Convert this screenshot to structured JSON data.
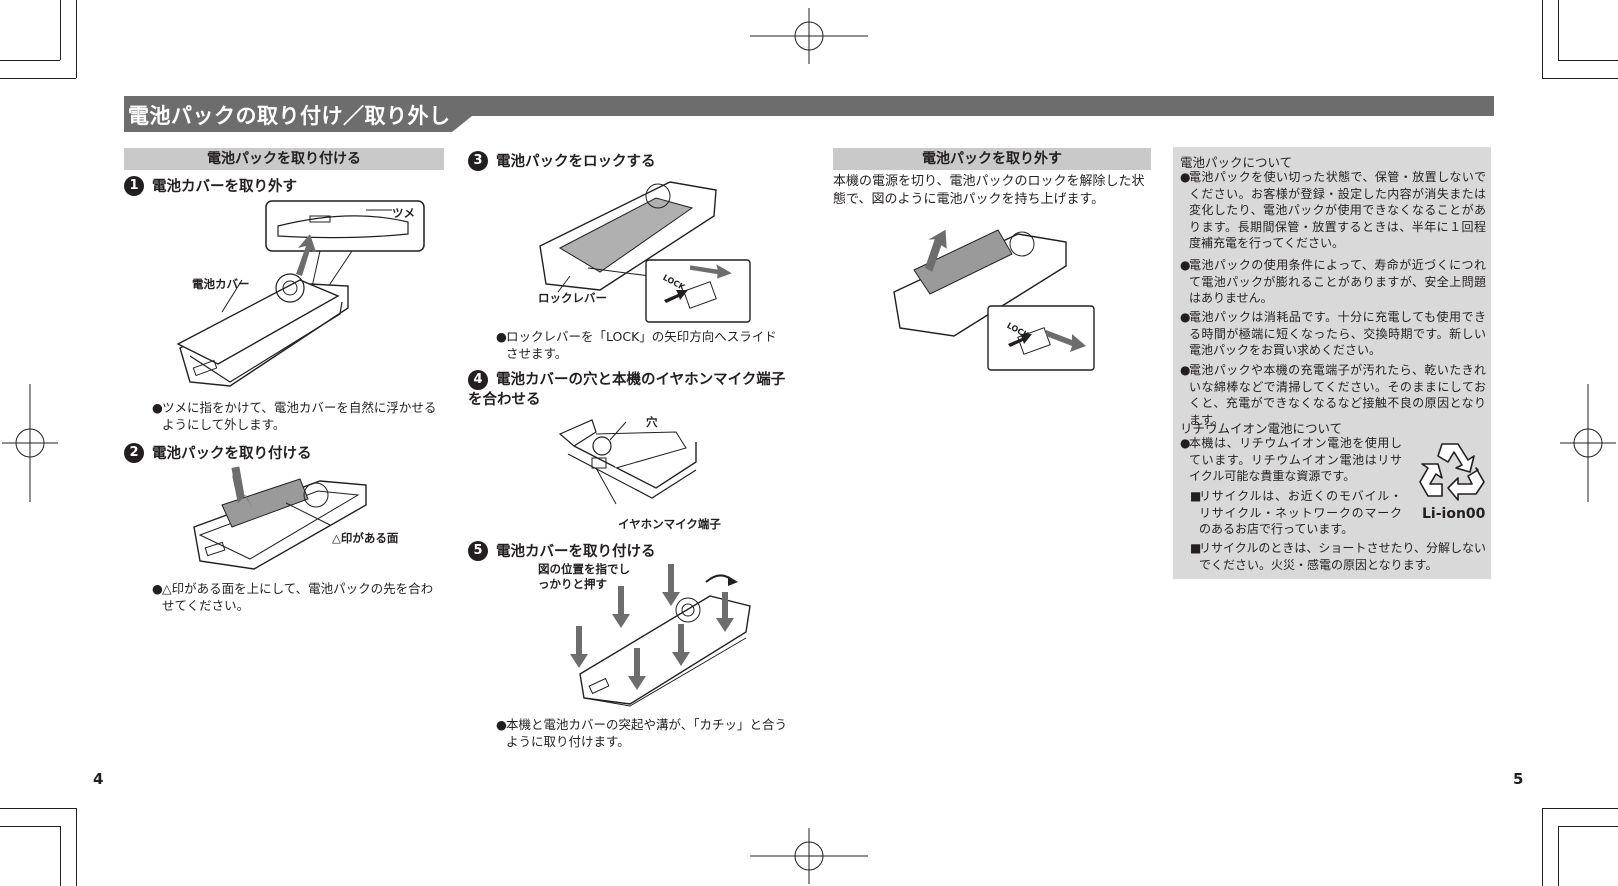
{
  "page_title": "電池パックの取り付け／取り外し",
  "page_numbers": {
    "left": "4",
    "right": "5"
  },
  "attach": {
    "header": "電池パックを取り付ける",
    "steps": [
      {
        "num": "1",
        "title": "電池カバーを取り外す",
        "labels": {
          "tab": "ツメ",
          "cover": "電池カバー"
        },
        "note": "ツメに指をかけて、電池カバーを自然に浮かせるようにして外します。"
      },
      {
        "num": "2",
        "title": "電池パックを取り付ける",
        "labels": {
          "face": "△印がある面"
        },
        "note": "△印がある面を上にして、電池パックの先を合わせてください。"
      },
      {
        "num": "3",
        "title": "電池パックをロックする",
        "labels": {
          "lever": "ロックレバー",
          "lock": "LOCK"
        },
        "note": "ロックレバーを「LOCK」の矢印方向へスライドさせます。"
      },
      {
        "num": "4",
        "title": "電池カバーの穴と本機のイヤホンマイク端子を合わせる",
        "labels": {
          "hole": "穴",
          "jack": "イヤホンマイク端子"
        }
      },
      {
        "num": "5",
        "title": "電池カバーを取り付ける",
        "labels": {
          "press": "図の位置を指でしっかりと押す"
        },
        "note": "本機と電池カバーの突起や溝が、「カチッ」と合うように取り付けます。"
      }
    ]
  },
  "remove": {
    "header": "電池パックを取り外す",
    "body": "本機の電源を切り、電池パックのロックを解除した状態で、図のように電池パックを持ち上げます。",
    "lock": "LOCK"
  },
  "notes": {
    "battery_heading": "電池パックについて",
    "battery_items": [
      "電池パックを使い切った状態で、保管・放置しないでください。お客様が登録・設定した内容が消失または変化したり、電池パックが使用できなくなることがあります。長期間保管・放置するときは、半年に１回程度補充電を行ってください。",
      "電池パックの使用条件によって、寿命が近づくにつれて電池パックが膨れることがありますが、安全上問題はありません。",
      "電池パックは消耗品です。十分に充電しても使用できる時間が極端に短くなったら、交換時期です。新しい電池パックをお買い求めください。",
      "電池パックや本機の充電端子が汚れたら、乾いたきれいな綿棒などで清掃してください。そのままにしておくと、充電ができなくなるなど接触不良の原因となります。"
    ],
    "liion_heading": "リチウムイオン電池について",
    "liion_item": "本機は、リチウムイオン電池を使用しています。リチウムイオン電池はリサイクル可能な貴重な資源です。",
    "liion_subitems": [
      "リサイクルは、お近くのモバイル・リサイクル・ネットワークのマークのあるお店で行っています。",
      "リサイクルのときは、ショートさせたり、分解しないでください。火災・感電の原因となります。"
    ],
    "recycle_label": "Li-ion00"
  },
  "colors": {
    "title_bar": "#6d6d6d",
    "section_bar": "#c9c9c9",
    "note_box": "#d9d9d9",
    "ink": "#231f20"
  }
}
